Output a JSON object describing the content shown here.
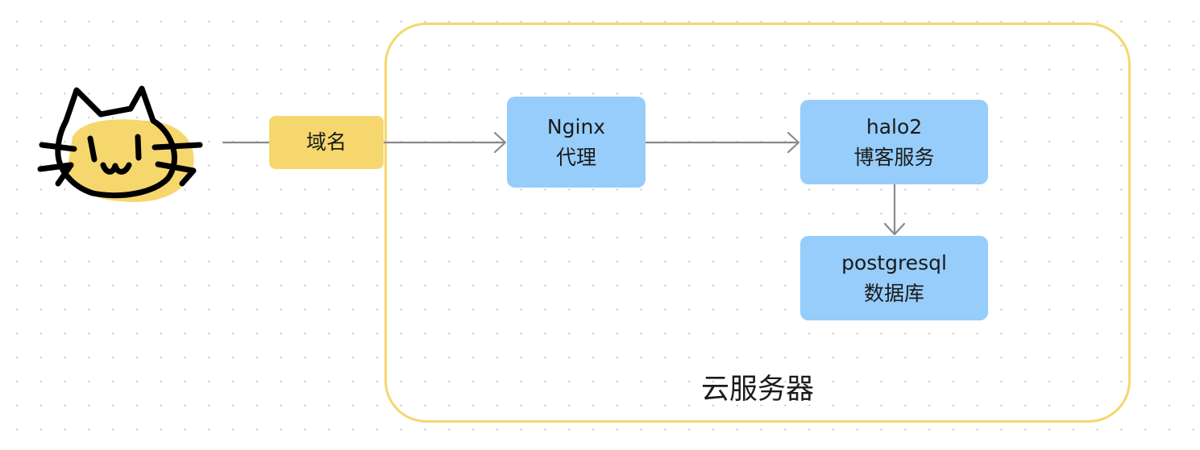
{
  "diagram": {
    "nodes": {
      "domain": {
        "label": "域名"
      },
      "nginx": {
        "line1": "Nginx",
        "line2": "代理"
      },
      "halo": {
        "line1": "halo2",
        "line2": "博客服务"
      },
      "postgres": {
        "line1": "postgresql",
        "line2": "数据库"
      }
    },
    "group": {
      "label": "云服务器"
    },
    "edges": [
      {
        "from": "user",
        "to": "domain"
      },
      {
        "from": "domain",
        "to": "nginx"
      },
      {
        "from": "nginx",
        "to": "halo"
      },
      {
        "from": "halo",
        "to": "postgres"
      }
    ],
    "icons": {
      "user": "cat-face-icon"
    },
    "colors": {
      "service_node": "#97cdfa",
      "domain_node": "#f5d76e",
      "group_border": "#f5d76e",
      "edge": "#8a8a8a"
    }
  }
}
